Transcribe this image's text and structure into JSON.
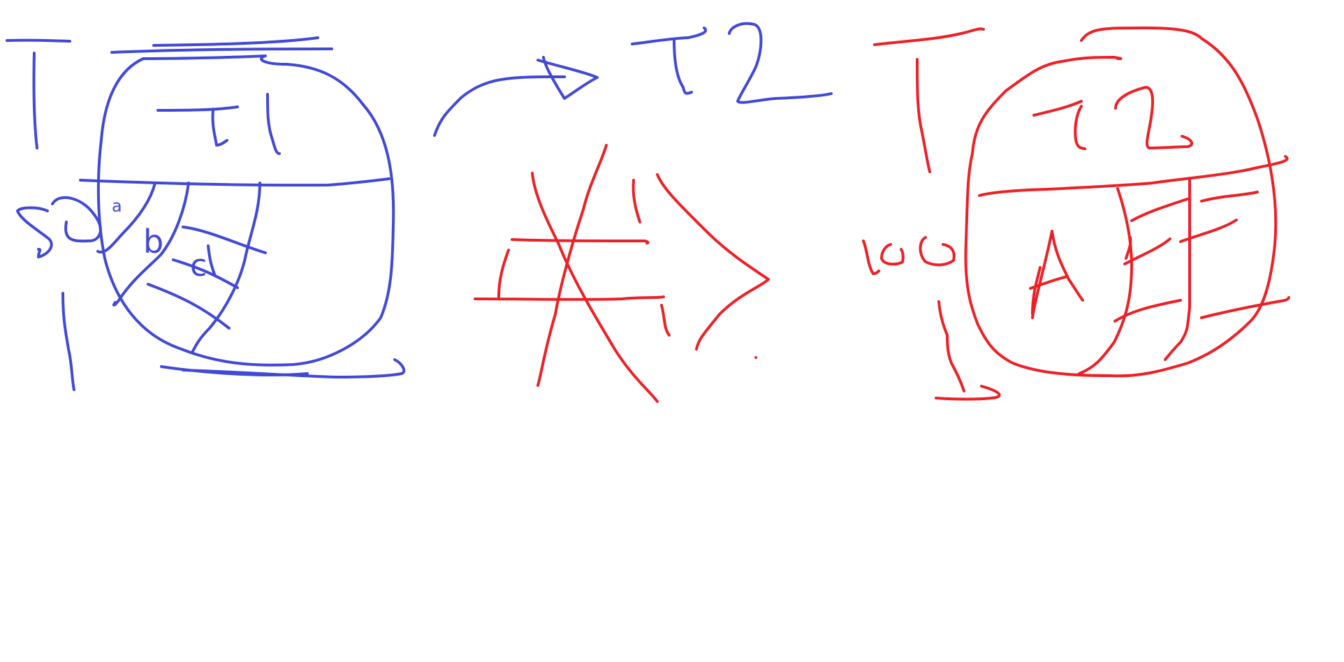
{
  "colors": {
    "blue": "#4149d6",
    "red": "#ec2127",
    "background": "#ffffff"
  },
  "left_figure": {
    "t1_label": "T1",
    "cell_labels": {
      "a": "a",
      "b": "b",
      "c": "c"
    }
  },
  "top_right_label": "T2",
  "right_figure": {
    "t2_label": "T2",
    "a_label": "A"
  }
}
